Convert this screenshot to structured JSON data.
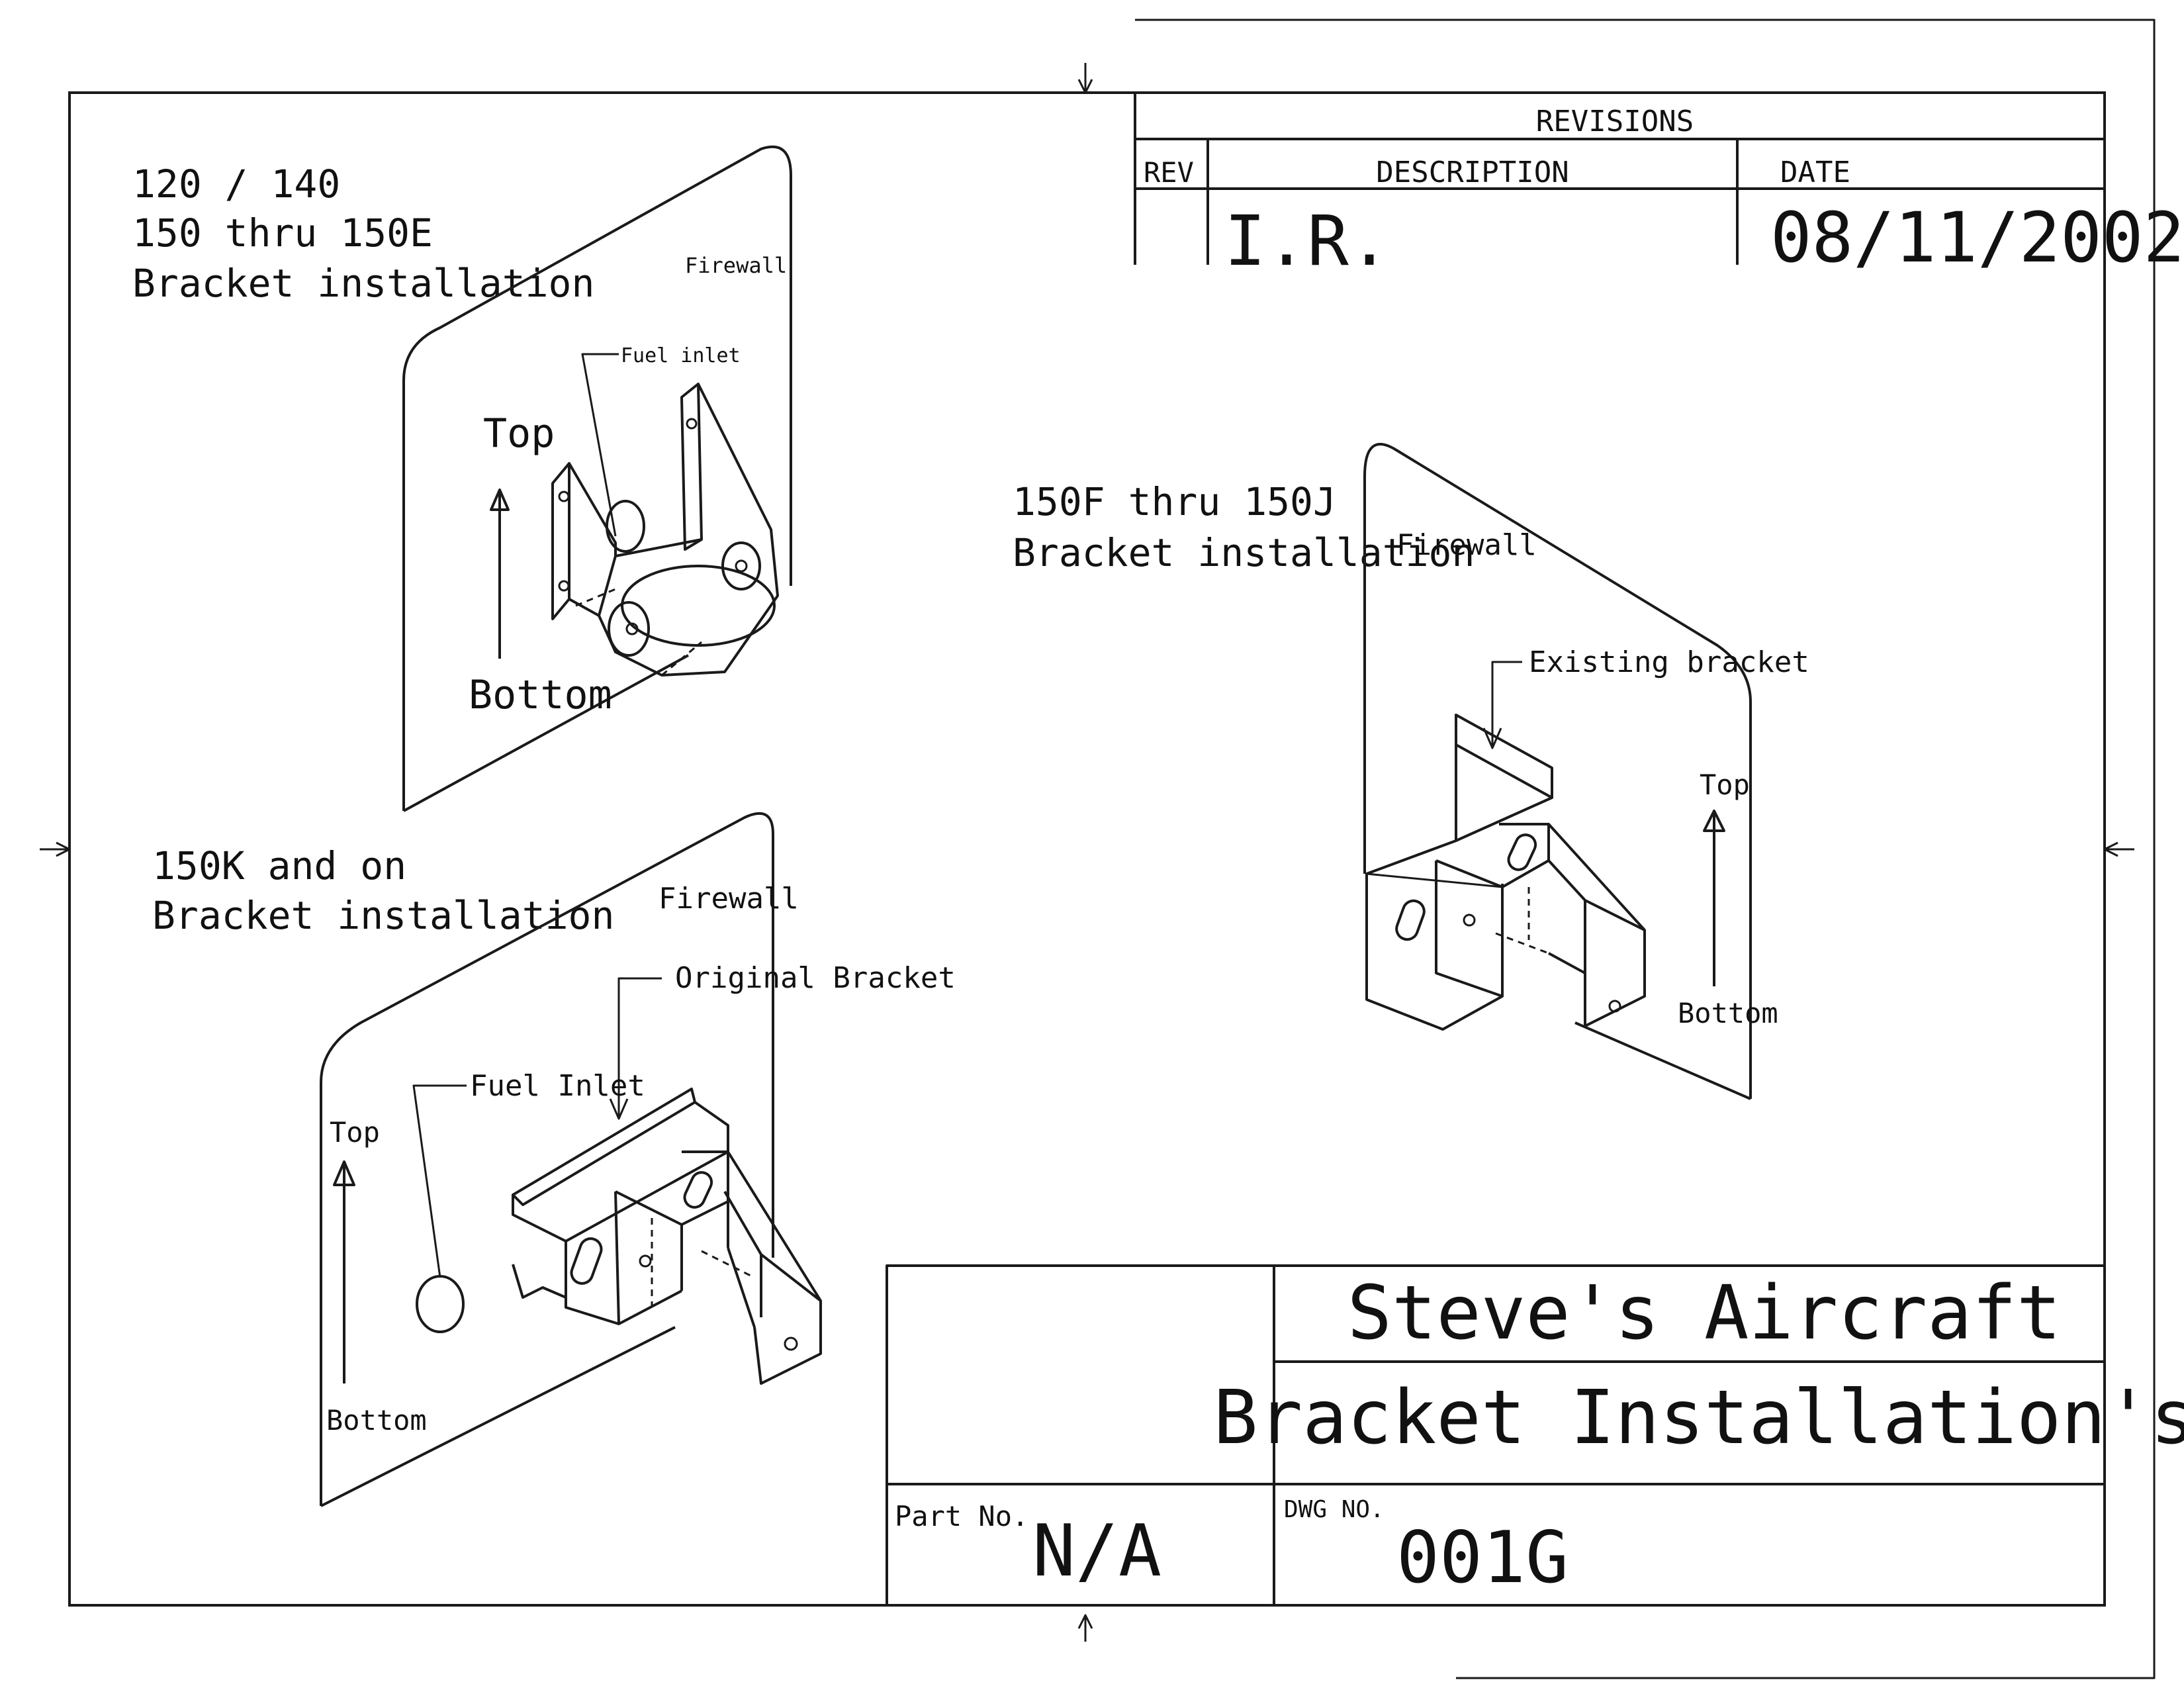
{
  "revisions": {
    "header": "REVISIONS",
    "col_rev": "REV",
    "col_description": "DESCRIPTION",
    "col_date": "DATE",
    "row": {
      "description": "I.R.",
      "date": "08/11/2002"
    }
  },
  "views": {
    "early": {
      "lines": [
        "120 / 140",
        "150 thru 150E",
        "Bracket installation"
      ],
      "firewall": "Firewall",
      "fuel_inlet": "Fuel inlet",
      "top": "Top",
      "bottom": "Bottom"
    },
    "mid": {
      "lines": [
        "150F thru 150J",
        "Bracket installation"
      ],
      "firewall": "Firewall",
      "existing_bracket": "Existing bracket",
      "top": "Top",
      "bottom": "Bottom"
    },
    "late": {
      "lines": [
        "150K and on",
        "Bracket installation"
      ],
      "firewall": "Firewall",
      "original_bracket": "Original Bracket",
      "fuel_inlet": "Fuel Inlet",
      "top": "Top",
      "bottom": "Bottom"
    }
  },
  "title_block": {
    "company": "Steve's Aircraft",
    "title": "Bracket Installation's",
    "part_no_label": "Part No.",
    "part_no": "N/A",
    "dwg_no_label": "DWG NO.",
    "dwg_no": "001G"
  }
}
